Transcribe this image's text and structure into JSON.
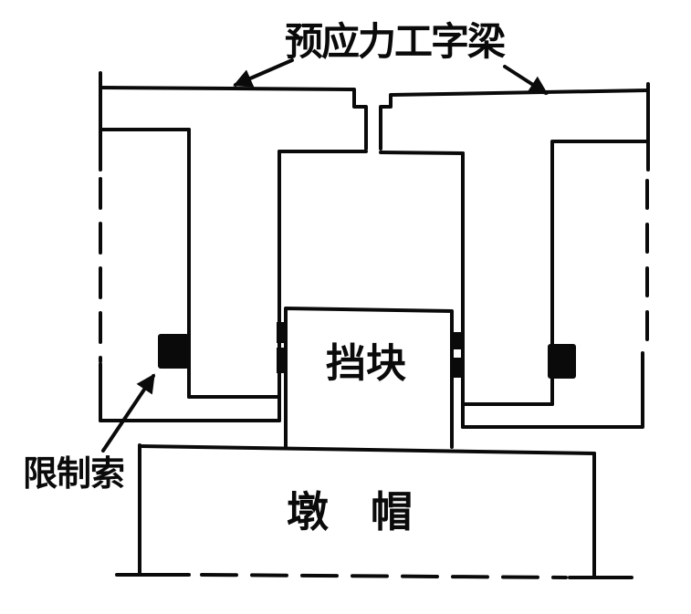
{
  "figure": {
    "background": "#ffffff",
    "ink": "#0a0a0a",
    "labels": {
      "beam": "预应力工字梁",
      "block": "挡块",
      "cable": "限制索",
      "pier": "墩　帽"
    }
  }
}
